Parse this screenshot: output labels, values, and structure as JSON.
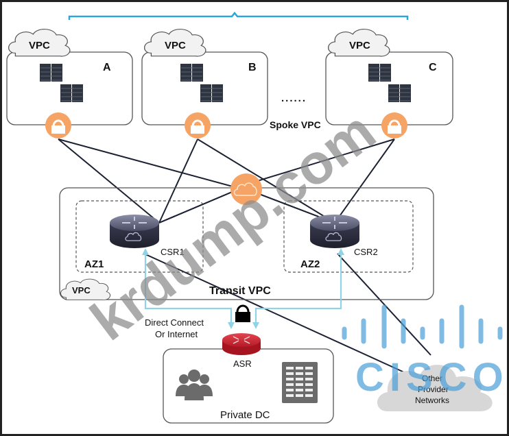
{
  "diagram": {
    "title": "Cisco CSR Transit VPC Architecture",
    "spoke_group_label": "Spoke VPC",
    "ellipsis": "......",
    "spoke_vpcs": [
      {
        "cloud_label": "VPC",
        "name": "A"
      },
      {
        "cloud_label": "VPC",
        "name": "B"
      },
      {
        "cloud_label": "VPC",
        "name": "C"
      }
    ],
    "transit": {
      "label": "Transit VPC",
      "cloud_label": "VPC",
      "zones": [
        {
          "name": "AZ1",
          "router": "CSR1"
        },
        {
          "name": "AZ2",
          "router": "CSR2"
        }
      ]
    },
    "link_label_line1": "Direct Connect",
    "link_label_line2": "Or Internet",
    "edge_router": "ASR",
    "private_dc": "Private DC",
    "other_networks": [
      "Other",
      "Provider",
      "Networks"
    ],
    "watermarks": {
      "site": "krdump.com",
      "brand": "CISCO"
    },
    "colors": {
      "bracket": "#2aa7d6",
      "vpn_orange": "#f5a465",
      "router_dark": "#2b2d3e",
      "asr_red": "#c8202d",
      "arrow_light_blue": "#8fd3e6",
      "line_dark": "#1c2233",
      "watermark_gray": "#9a9a9a",
      "cisco_blue": "#4a9fd8"
    }
  }
}
